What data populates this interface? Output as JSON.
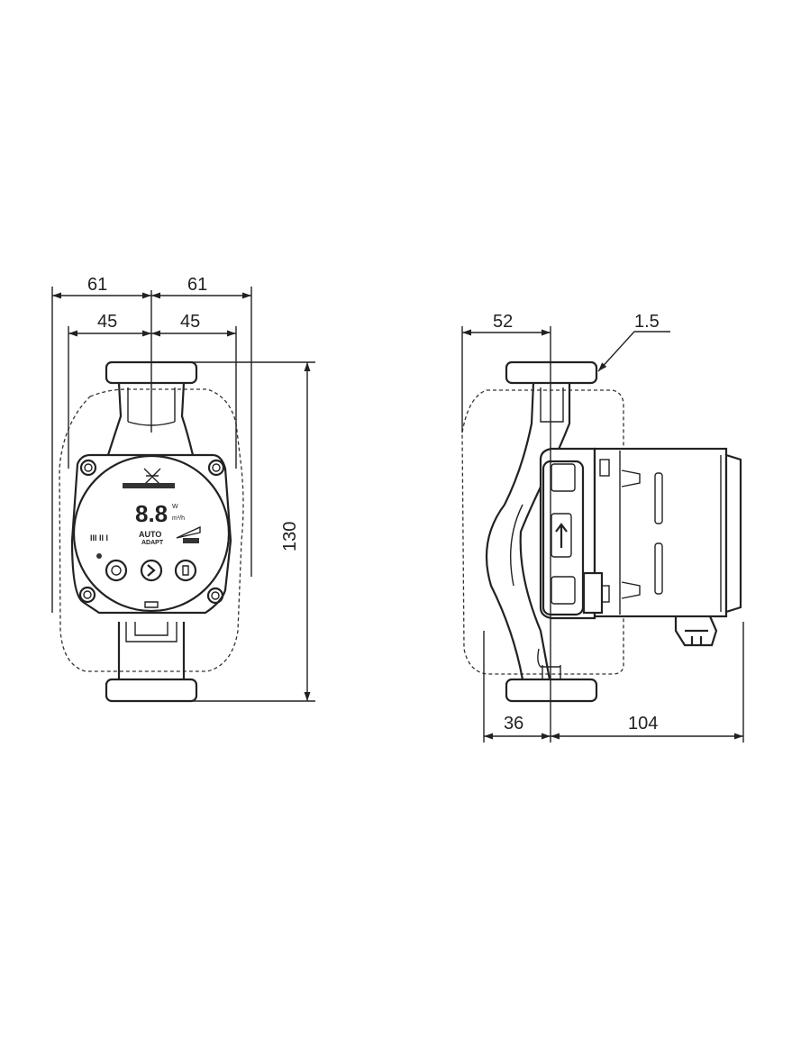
{
  "dimensions": {
    "front_outer_left": "61",
    "front_outer_right": "61",
    "front_inner_left": "45",
    "front_inner_right": "45",
    "front_height": "130",
    "side_top_left": "52",
    "side_flange_thickness": "1.5",
    "side_bottom_left": "36",
    "side_bottom_right": "104"
  },
  "panel": {
    "display_digits": "8.8",
    "unit_top": "W",
    "unit_bottom": "m³/h",
    "mode_auto": "AUTO",
    "mode_adapt": "ADAPT",
    "speed_bars": "III   II   I"
  },
  "colors": {
    "line": "#222222",
    "background": "#ffffff"
  }
}
